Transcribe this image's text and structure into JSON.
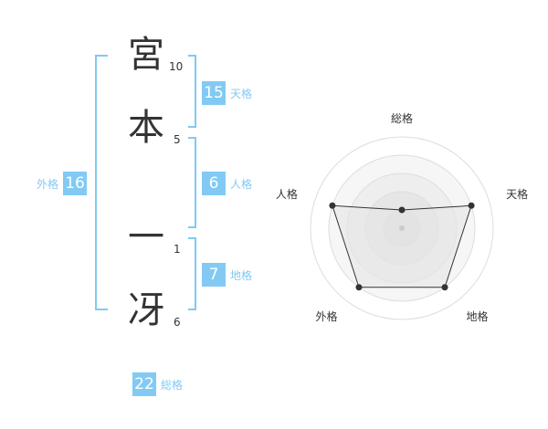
{
  "name": {
    "chars": [
      {
        "char": "宮",
        "strokes": "10"
      },
      {
        "char": "本",
        "strokes": "5"
      },
      {
        "char": "一",
        "strokes": "1"
      },
      {
        "char": "冴",
        "strokes": "6"
      }
    ]
  },
  "kaku": {
    "tenkaku": {
      "value": "15",
      "label": "天格"
    },
    "jinkaku": {
      "value": "6",
      "label": "人格"
    },
    "chikaku": {
      "value": "7",
      "label": "地格"
    },
    "gaikaku": {
      "value": "16",
      "label": "外格"
    },
    "soukaku": {
      "value": "22",
      "label": "総格"
    }
  },
  "radar": {
    "axes": [
      "総格",
      "天格",
      "地格",
      "外格",
      "人格"
    ],
    "levels": 5,
    "max": 5,
    "values": [
      1,
      4,
      4,
      4,
      4
    ],
    "fill_color": "#eeeeee",
    "line_color": "#333333",
    "grid_color": "#dddddd"
  }
}
